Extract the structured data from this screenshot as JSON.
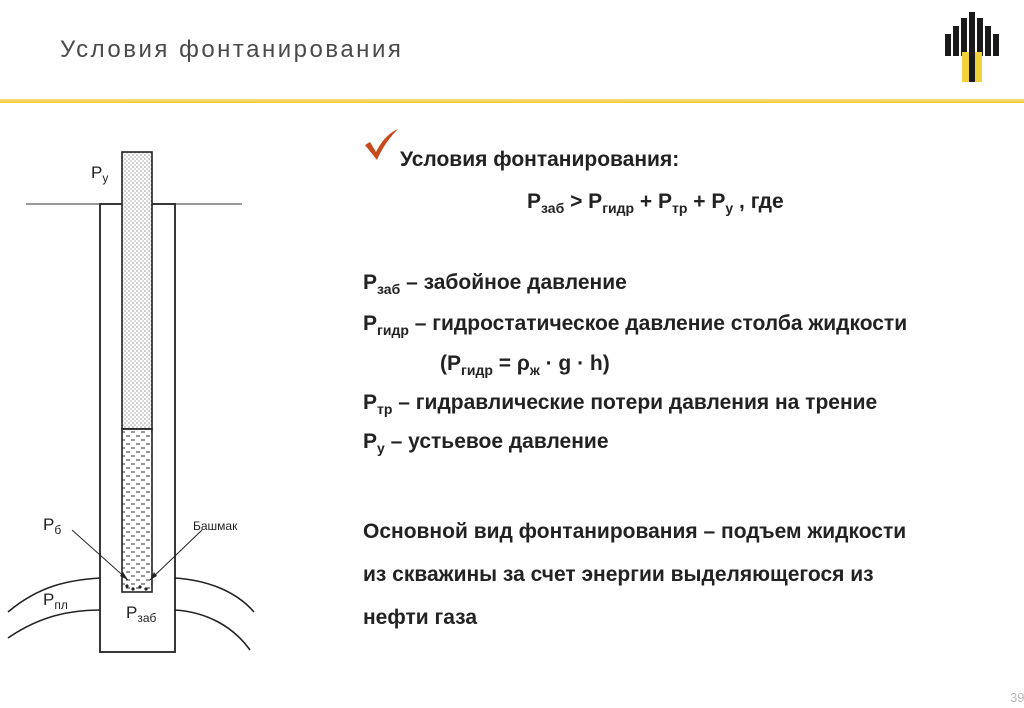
{
  "slide": {
    "title": "Условия фонтанирования",
    "page_number": "39"
  },
  "colors": {
    "accent_rule": "#eec940",
    "check": "#c84a1a",
    "logo_dark": "#1a1a1a",
    "logo_yellow": "#f2d23a"
  },
  "diagram": {
    "label_py": "P",
    "label_py_sub": "у",
    "label_pb": "P",
    "label_pb_sub": "б",
    "label_ppl": "P",
    "label_ppl_sub": "пл",
    "label_pzab": "P",
    "label_pzab_sub": "заб",
    "label_shoe": "Башмак"
  },
  "content": {
    "check_icon": "checkmark-icon",
    "heading": "Условия фонтанирования:",
    "formula": {
      "p1": "P",
      "p1_sub": "заб",
      "op1": " > ",
      "p2": "P",
      "p2_sub": "гидр",
      "op2": " + ",
      "p3": "P",
      "p3_sub": "тр",
      "op3": " + ",
      "p4": "P",
      "p4_sub": "у",
      "tail": " , где"
    },
    "definitions": [
      {
        "sym": "P",
        "sub": "заб",
        "text": " – забойное давление"
      },
      {
        "sym": "P",
        "sub": "гидр",
        "text": " – гидростатическое давление столба жидкости"
      },
      {
        "sym": "(P",
        "sub": "гидр",
        "text": " = ρ",
        "sub2": "ж",
        "text2": " · g · h)"
      },
      {
        "sym": "P",
        "sub": "тр",
        "text": " – гидравлические потери давления на трение"
      },
      {
        "sym": "P",
        "sub": "у",
        "text": " – устьевое давление"
      }
    ],
    "paragraph": [
      "Основной вид фонтанирования – подъем  жидкости",
      "из скважины за счет энергии выделяющегося из",
      "нефти газа"
    ]
  }
}
